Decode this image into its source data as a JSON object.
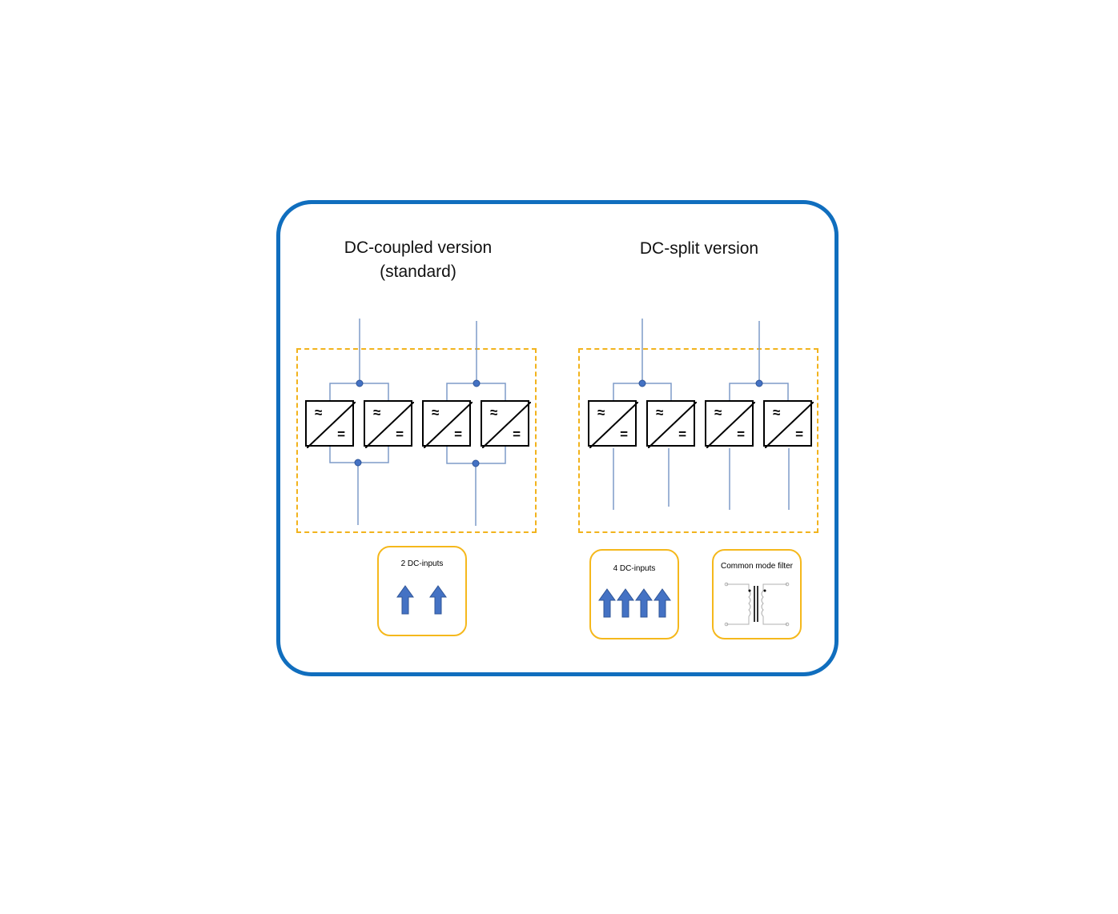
{
  "diagram": {
    "left_panel": {
      "title_line1": "DC-coupled version",
      "title_line2": "(standard)",
      "inverter_ac_symbol": "≈",
      "inverter_dc_symbol": "=",
      "legend": {
        "label": "2 DC-inputs",
        "arrow_count": 2
      }
    },
    "right_panel": {
      "title": "DC-split version",
      "inverter_ac_symbol": "≈",
      "inverter_dc_symbol": "=",
      "legend_inputs": {
        "label": "4 DC-inputs",
        "arrow_count": 4
      },
      "legend_filter": {
        "label": "Common mode filter"
      }
    },
    "colors": {
      "frame": "#106EBE",
      "dashed_group": "#F2B31C",
      "legend_border": "#F5B81C",
      "wire": "#7E9BC8",
      "node": "#4472C4",
      "arrow": "#4472C4"
    },
    "icons": [
      "inverter-symbol-icon",
      "dc-input-arrow-icon",
      "common-mode-filter-icon"
    ]
  }
}
